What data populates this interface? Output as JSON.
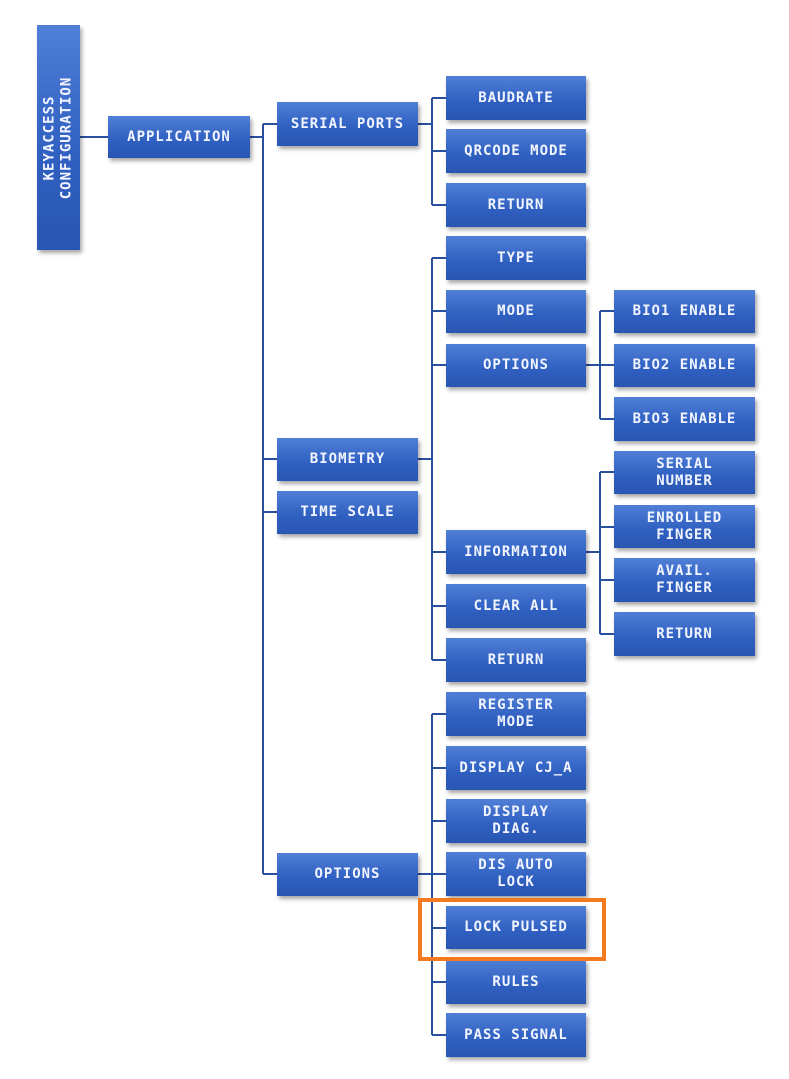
{
  "root": {
    "label": "KEYACCESS\nCONFIGURATION"
  },
  "application": {
    "label": "APPLICATION"
  },
  "level2": {
    "serial_ports": "SERIAL PORTS",
    "biometry": "BIOMETRY",
    "time_scale": "TIME SCALE",
    "options": "OPTIONS"
  },
  "serial_ports_children": [
    "BAUDRATE",
    "QRCODE MODE",
    "RETURN"
  ],
  "biometry_children": [
    "TYPE",
    "MODE",
    "OPTIONS",
    "INFORMATION",
    "CLEAR ALL",
    "RETURN"
  ],
  "biometry_options_children": [
    "BIO1 ENABLE",
    "BIO2 ENABLE",
    "BIO3 ENABLE"
  ],
  "information_children": [
    "SERIAL\nNUMBER",
    "ENROLLED\nFINGER",
    "AVAIL.\nFINGER",
    "RETURN"
  ],
  "options_children": [
    "REGISTER\nMODE",
    "DISPLAY CJ_A",
    "DISPLAY\nDIAG.",
    "DIS AUTO\nLOCK",
    "LOCK PULSED",
    "RULES",
    "PASS SIGNAL"
  ],
  "highlight": {
    "item": "LOCK PULSED",
    "color": "#f47a20"
  },
  "colors": {
    "box": "#3565c4",
    "line": "#2a4f9e"
  }
}
